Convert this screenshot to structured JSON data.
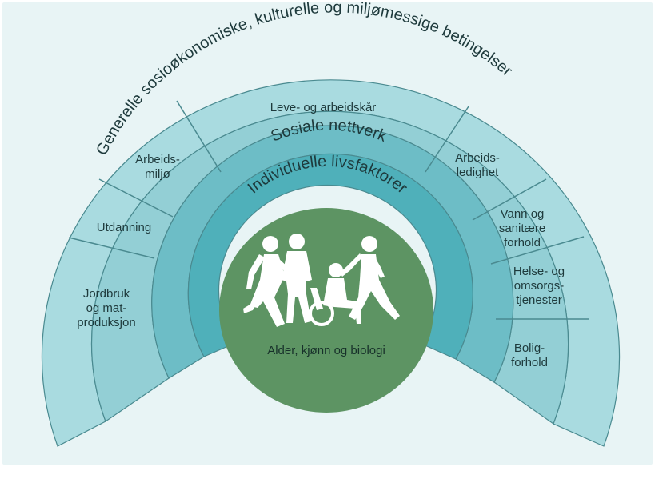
{
  "outer_ring_label": "Generelle sosioøkonomiske, kulturelle og miljømessige betingelser",
  "network_label": "Sosiale nettverk",
  "individual_label": "Individuelle livsfaktorer",
  "center_label": "Alder, kjønn og biologi",
  "segments": {
    "jordbruk": [
      "Jordbruk",
      "og mat-",
      "produksjon"
    ],
    "utdanning": [
      "Utdanning"
    ],
    "arbeidsmiljo": [
      "Arbeids-",
      "miljø"
    ],
    "leve": [
      "Leve- og arbeidskår"
    ],
    "arbeidsledighet": [
      "Arbeids-",
      "ledighet"
    ],
    "vann": [
      "Vann og",
      "sanitære",
      "forhold"
    ],
    "helse": [
      "Helse- og",
      "omsorgs-",
      "tjenester"
    ],
    "bolig": [
      "Bolig-",
      "forhold"
    ]
  },
  "colors": {
    "background_panel": "#e8f4f5",
    "outer_ring": "#a9dbe0",
    "segment_ring": "#93cfd5",
    "network_ring": "#6dbdc6",
    "individual_ring": "#4fb0ba",
    "center": "#5d9463",
    "divider": "#4a8a90",
    "figures": "#ffffff"
  },
  "icons": [
    "people-silhouette-icon"
  ]
}
